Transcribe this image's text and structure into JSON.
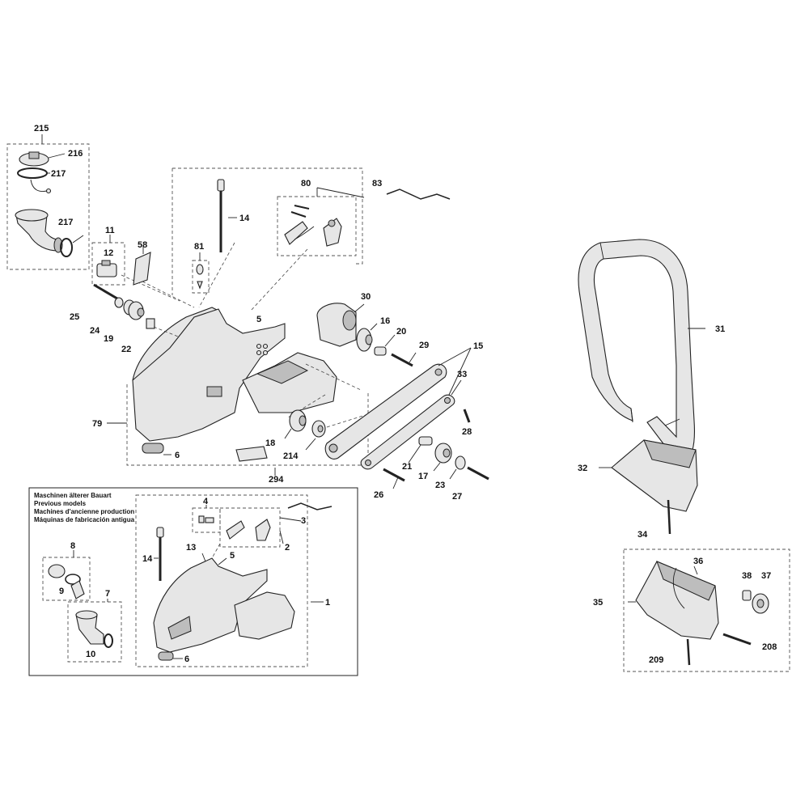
{
  "legacy_box": {
    "lines": [
      "Maschinen älterer Bauart",
      "Previous models",
      "Machines d'ancienne production",
      "Máquinas de fabricación antigua"
    ]
  },
  "callouts": {
    "c215": "215",
    "c216": "216",
    "c217a": "217",
    "c217b": "217",
    "c11": "11",
    "c12": "12",
    "c58": "58",
    "c81": "81",
    "c14": "14",
    "c80": "80",
    "c83": "83",
    "c25": "25",
    "c24": "24",
    "c19": "19",
    "c22": "22",
    "c5": "5",
    "c30": "30",
    "c16": "16",
    "c20": "20",
    "c29": "29",
    "c15": "15",
    "c33": "33",
    "c79": "79",
    "c6": "6",
    "c18": "18",
    "c214": "214",
    "c294": "294",
    "c28": "28",
    "c21": "21",
    "c17": "17",
    "c23": "23",
    "c27": "27",
    "c26": "26",
    "c31": "31",
    "c32": "32",
    "c34": "34",
    "c36": "36",
    "c38": "38",
    "c37": "37",
    "c35": "35",
    "c208": "208",
    "c209": "209",
    "l4": "4",
    "l3": "3",
    "l2": "2",
    "l14": "14",
    "l13": "13",
    "l5": "5",
    "l1": "1",
    "l8": "8",
    "l9": "9",
    "l7": "7",
    "l10": "10",
    "l6": "6"
  }
}
